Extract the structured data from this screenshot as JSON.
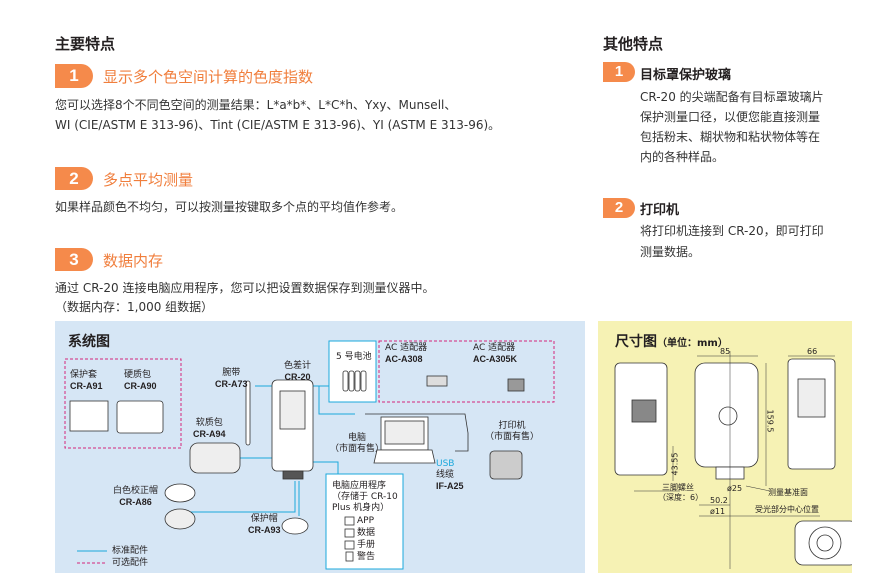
{
  "main_features": {
    "heading": "主要特点",
    "items": [
      {
        "num": "1",
        "title": "显示多个色空间计算的色度指数",
        "lines": [
          "您可以选择8个不同色空间的测量结果：L*a*b*、L*C*h、Yxy、Munsell、",
          "WI (CIE/ASTM E 313-96)、Tint (CIE/ASTM E 313-96)、YI (ASTM E 313-96)。"
        ]
      },
      {
        "num": "2",
        "title": "多点平均测量",
        "lines": [
          "如果样品颜色不均匀，可以按测量按键取多个点的平均值作参考。"
        ]
      },
      {
        "num": "3",
        "title": "数据内存",
        "lines": [
          "通过 CR-20 连接电脑应用程序，您可以把设置数据保存到测量仪器中。",
          "（数据内存：1,000 组数据）"
        ]
      }
    ]
  },
  "other_features": {
    "heading": "其他特点",
    "items": [
      {
        "num": "1",
        "title": "目标罩保护玻璃",
        "lines": [
          "CR-20 的尖端配备有目标罩玻璃片",
          "保护测量口径，以便您能直接测量",
          "包括粉末、糊状物和粘状物体等在",
          "内的各种样品。"
        ]
      },
      {
        "num": "2",
        "title": "打印机",
        "lines": [
          "将打印机连接到 CR-20，即可打印",
          "测量数据。"
        ]
      }
    ]
  },
  "system_diagram": {
    "title": "系统图",
    "case": {
      "name": "保护套",
      "model": "CR-A91"
    },
    "hard_case": {
      "name": "硬质包",
      "model": "CR-A90"
    },
    "strap": {
      "name": "腕带",
      "model": "CR-A73"
    },
    "device": {
      "name": "色差计",
      "model": "CR-20"
    },
    "battery": {
      "name": "5 号电池"
    },
    "ac1": {
      "name": "AC 适配器",
      "model": "AC-A308"
    },
    "ac2": {
      "name": "AC 适配器",
      "model": "AC-A305K"
    },
    "soft_case": {
      "name": "软质包",
      "model": "CR-A94"
    },
    "pc": {
      "name": "电脑",
      "note": "（市面有售）"
    },
    "usb": {
      "name1": "USB",
      "name2": "线缆",
      "model": "IF-A25"
    },
    "printer": {
      "name": "打印机",
      "note": "（市面有售）"
    },
    "white_cap": {
      "name": "白色校正帽",
      "model": "CR-A86"
    },
    "protect_cap": {
      "name": "保护帽",
      "model": "CR-A93"
    },
    "software": {
      "lines": [
        "电脑应用程序",
        "（存储于 CR-10",
        "Plus 机身内）"
      ],
      "files": [
        "APP",
        "数据",
        "手册",
        "警告"
      ]
    },
    "legend": {
      "standard": "标准配件",
      "optional": "可选配件"
    },
    "colors": {
      "standard": "#1ba8dc",
      "optional": "#d4267a"
    }
  },
  "dimension_diagram": {
    "title": "尺寸图",
    "unit": "（单位：mm）",
    "width": "85",
    "depth": "66",
    "height": "159.5",
    "tripod_height": "43.55",
    "tripod_label": "三脚螺丝",
    "tripod_depth": "（深度：6）",
    "aperture": "ø25",
    "ref_plane": "测量基准面",
    "offset": "50.2",
    "inner": "ø11",
    "center": "受光部分中心位置"
  }
}
